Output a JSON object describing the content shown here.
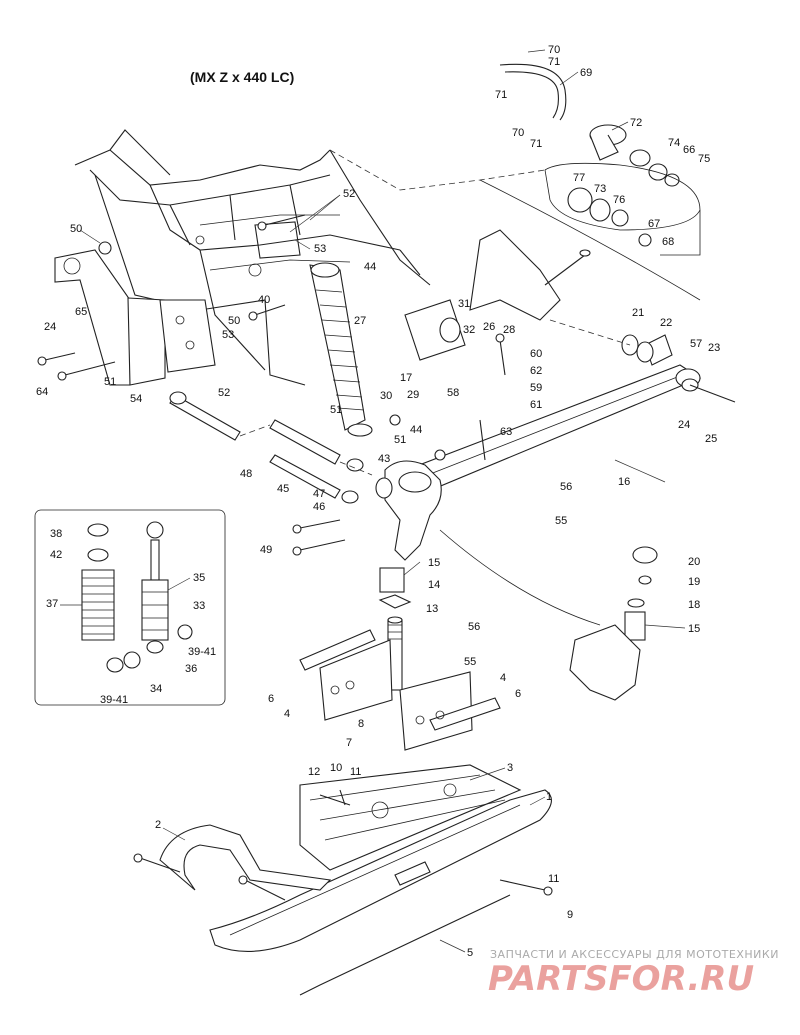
{
  "title": "(MX Z x 440 LC)",
  "watermark": {
    "caption": "ЗАПЧАСТИ И АКСЕССУАРЫ ДЛЯ МОТОТЕХНИКИ",
    "logo": "PARTSFOR.RU",
    "logo_color": "#d9534f",
    "caption_color": "#aaaaaa"
  },
  "callouts": [
    "70",
    "71",
    "69",
    "71",
    "70",
    "71",
    "72",
    "74",
    "66",
    "75",
    "77",
    "73",
    "76",
    "67",
    "68",
    "52",
    "50",
    "53",
    "44",
    "40",
    "50",
    "53",
    "31",
    "27",
    "32",
    "26",
    "28",
    "21",
    "22",
    "57",
    "23",
    "60",
    "62",
    "59",
    "61",
    "24",
    "65",
    "64",
    "51",
    "54",
    "52",
    "17",
    "29",
    "58",
    "30",
    "51",
    "44",
    "63",
    "24",
    "25",
    "16",
    "48",
    "43",
    "51",
    "45",
    "47",
    "46",
    "56",
    "55",
    "49",
    "38",
    "42",
    "35",
    "37",
    "33",
    "36",
    "39-41",
    "34",
    "39-41",
    "15",
    "14",
    "13",
    "20",
    "19",
    "18",
    "15",
    "56",
    "55",
    "6",
    "4",
    "4",
    "6",
    "8",
    "7",
    "3",
    "1",
    "12",
    "10",
    "11",
    "2",
    "11",
    "9",
    "5"
  ]
}
